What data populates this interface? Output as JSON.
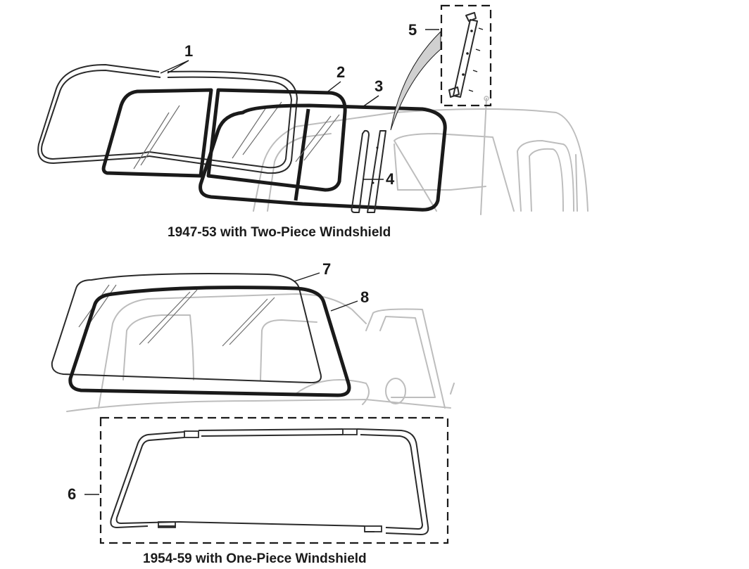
{
  "captions": {
    "top": "1947-53 with Two-Piece Windshield",
    "bottom": "1954-59 with One-Piece Windshield"
  },
  "callouts": {
    "c1": "1",
    "c2": "2",
    "c3": "3",
    "c4": "4",
    "c5": "5",
    "c6": "6",
    "c7": "7",
    "c8": "8"
  }
}
